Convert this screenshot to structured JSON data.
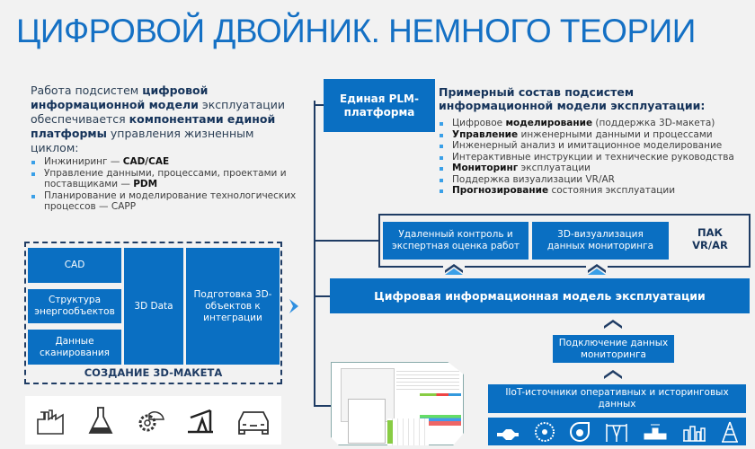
{
  "title": "ЦИФРОВОЙ ДВОЙНИК. НЕМНОГО ТЕОРИИ",
  "intro": {
    "p1": "Работа подсистем ",
    "b1": "цифровой информационной модели",
    "p2": " эксплуатации обеспечивается ",
    "b2": "компонентами единой платформы",
    "p3": " управления жизненным циклом:"
  },
  "left_bullets": [
    {
      "text": "Инжиниринг — ",
      "bold": "CAD/CAE"
    },
    {
      "text": "Управление данными, процессами, проектами и поставщиками — ",
      "bold": "PDM"
    },
    {
      "text": "Планирование и моделирование технологических процессов — CAPP",
      "bold": ""
    }
  ],
  "model3d": {
    "cad": "CAD",
    "structure": "Структура энергообъектов",
    "scan": "Данные сканирования",
    "data3d": "3D Data",
    "prep": "Подготовка 3D-объектов к интеграции",
    "label": "СОЗДАНИЕ 3D-МАКЕТА"
  },
  "industry_icons": [
    "factory-icon",
    "flask-icon",
    "gear-helmet-icon",
    "oil-pump-icon",
    "car-icon"
  ],
  "plm": "Единая PLM-платформа",
  "right_header": "Примерный состав подсистем информационной модели эксплуатации:",
  "right_bullets": [
    {
      "a": "Цифровое ",
      "b": "моделирование",
      "c": " (поддержка 3D-макета)"
    },
    {
      "a": "",
      "b": "Управление",
      "c": " инженерными данными и процессами"
    },
    {
      "a": "Инженерный анализ и имитационное моделирование",
      "b": "",
      "c": ""
    },
    {
      "a": "Интерактивные инструкции и технические руководства",
      "b": "",
      "c": ""
    },
    {
      "a": "",
      "b": "Мониторинг",
      "c": " эксплуатации"
    },
    {
      "a": "Поддержка визуализации VR/AR",
      "b": "",
      "c": ""
    },
    {
      "a": "",
      "b": "Прогнозирование",
      "c": " состояния эксплуатации"
    }
  ],
  "vr": {
    "remote": "Удаленный контроль и экспертная оценка работ",
    "viz": "3D-визуализация данных мониторинга",
    "pak": "ПАК VR/AR"
  },
  "main_bar": "Цифровая информационная модель эксплуатации",
  "connect": "Подключение данных мониторинга",
  "iiot": "IIoT-источники оперативных и историнговых данных",
  "equipment_icons": [
    "valve-icon",
    "turbine-icon",
    "pump-icon",
    "power-line-icon",
    "pipe-valve-icon",
    "tanks-icon",
    "tower-icon"
  ]
}
